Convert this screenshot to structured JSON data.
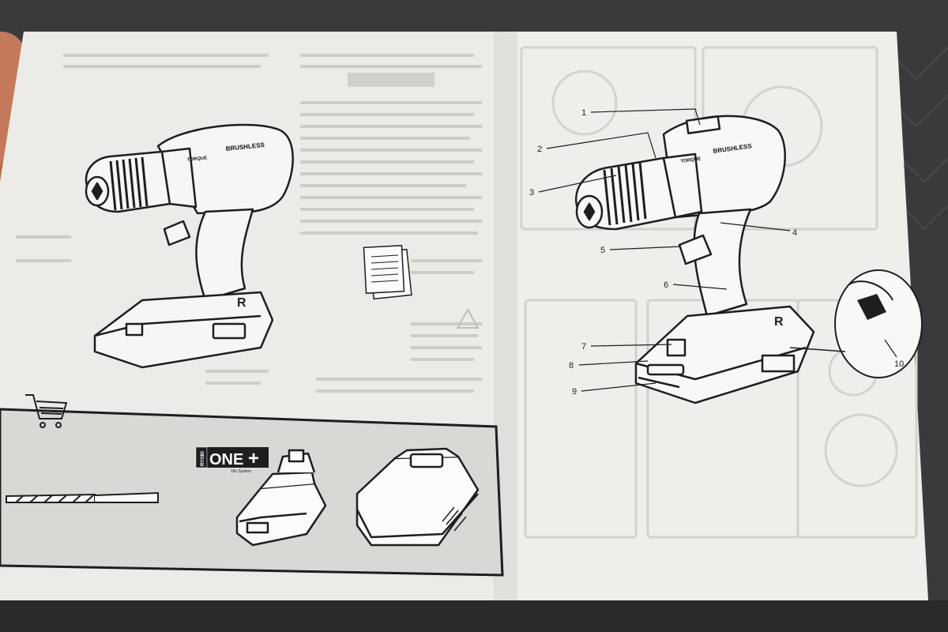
{
  "photo": {
    "subject": "open instruction manual showing drill illustrations",
    "left_page": {
      "drill_badge": "BRUSHLESS",
      "drill_torque_mark": "TORQUE",
      "accessory_box": {
        "system_logo_brand": "RYOBI",
        "system_logo_word": "ONE",
        "system_logo_plus": "+",
        "system_logo_sub": "18v System"
      }
    },
    "right_page": {
      "drill_badge": "BRUSHLESS",
      "drill_torque_mark": "TORQUE",
      "callouts": [
        "1",
        "2",
        "3",
        "4",
        "5",
        "6",
        "7",
        "8",
        "9",
        "10"
      ]
    }
  },
  "colors": {
    "page": "#ecebe8",
    "page_shadow": "#d8d7d3",
    "ink": "#1e1e1e",
    "faded_ink": "#c9c8c4",
    "background": "#3a3a3c",
    "hand": "#c47a5a"
  }
}
